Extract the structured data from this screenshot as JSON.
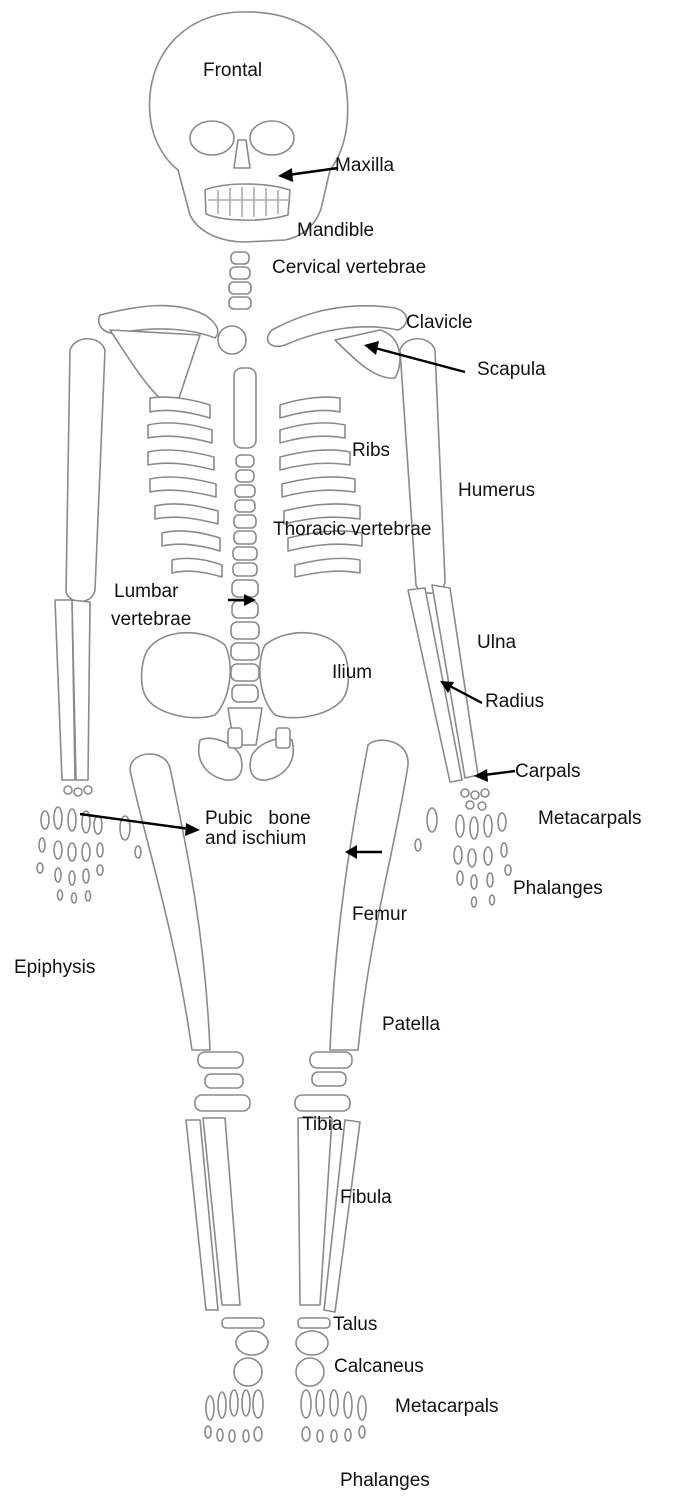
{
  "labels": {
    "frontal": "Frontal",
    "maxilla": "Maxilla",
    "mandible": "Mandible",
    "cervical": "Cervical vertebrae",
    "clavicle": "Clavicle",
    "scapula": "Scapula",
    "ribs": "Ribs",
    "humerus": "Humerus",
    "thoracic": "Thoracic vertebrae",
    "lumbar_1": "Lumbar",
    "lumbar_2": "vertebrae",
    "ulna": "Ulna",
    "ilium": "Ilium",
    "radius": "Radius",
    "carpals": "Carpals",
    "pubic_1": "Pubic   bone",
    "pubic_2": "and ischium",
    "metacarpals_hand": "Metacarpals",
    "phalanges_hand": "Phalanges",
    "femur": "Femur",
    "epiphysis": "Epiphysis",
    "patella": "Patella",
    "tibia": "Tibia",
    "fibula": "Fibula",
    "talus": "Talus",
    "calcaneus": "Calcaneus",
    "metacarpals_foot": "Metacarpals",
    "phalanges_foot": "Phalanges"
  }
}
